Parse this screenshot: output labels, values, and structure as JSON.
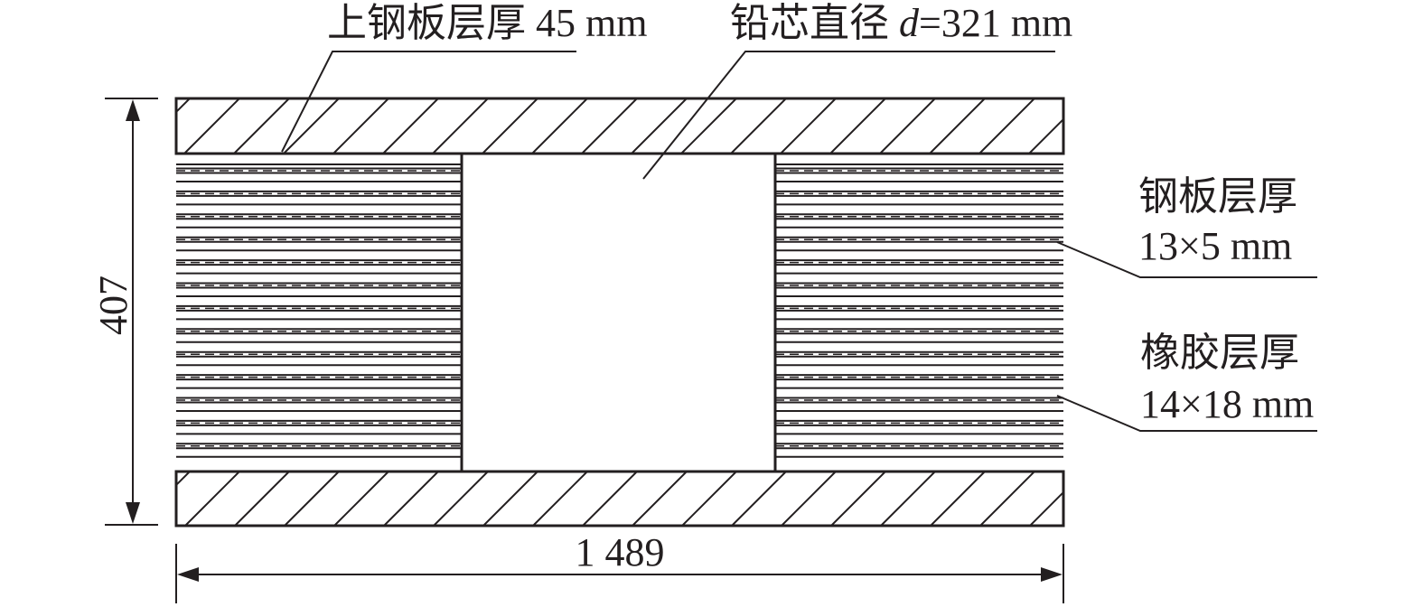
{
  "diagram": {
    "labels": {
      "top_plate_thickness": "上钢板层厚 45 mm",
      "lead_core_prefix": "铅芯直径 ",
      "lead_core_symbol": "d",
      "lead_core_value": "=321 mm",
      "steel_layer_title": "钢板层厚",
      "steel_layer_value": "13×5 mm",
      "rubber_layer_title": "橡胶层厚",
      "rubber_layer_value": "14×18 mm",
      "height_dimension": "407",
      "width_dimension": "1 489"
    },
    "line_color": "#231f20",
    "background_color": "#ffffff"
  }
}
